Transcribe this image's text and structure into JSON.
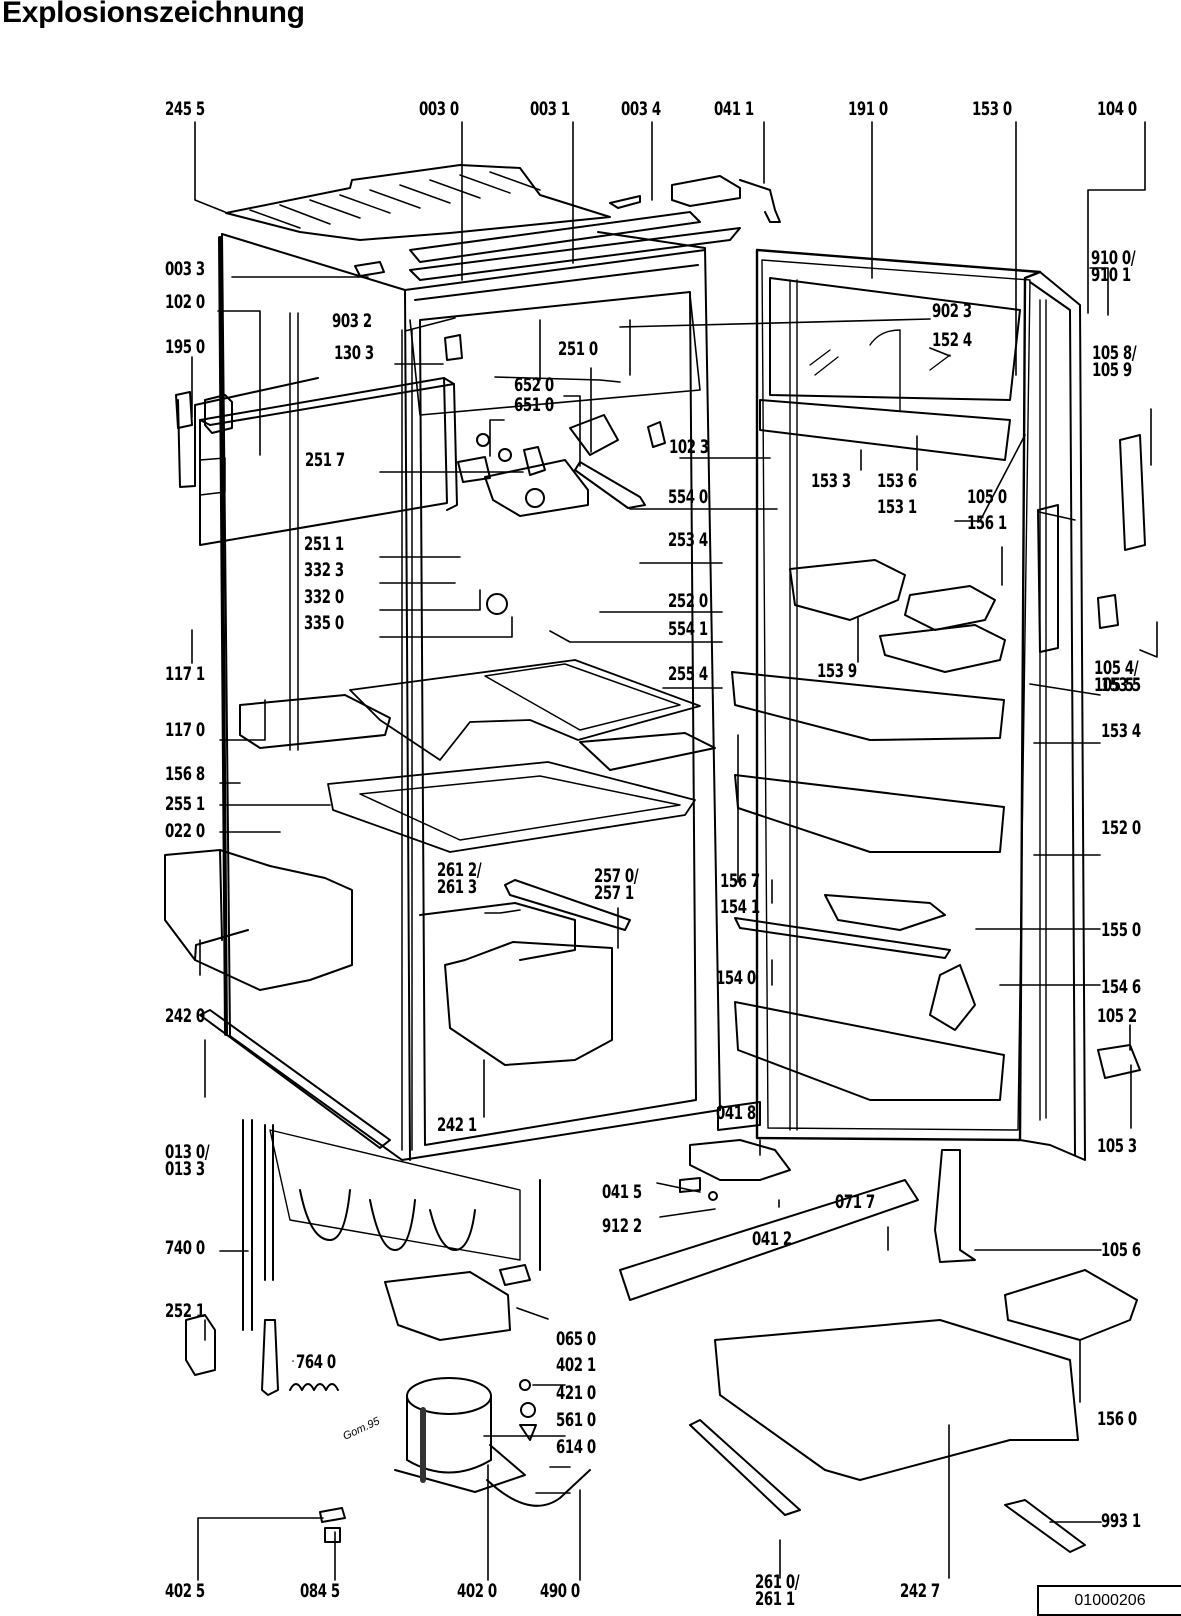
{
  "title": "Explosionszeichnung",
  "document_number": "01000206",
  "subject": "Refrigerator exploded view (built-in fridge with freezer compartment)",
  "handwritten_note": "Gom.95",
  "part_labels": [
    {
      "id": "245-5",
      "text": "245 5"
    },
    {
      "id": "003-0",
      "text": "003 0"
    },
    {
      "id": "003-1",
      "text": "003 1"
    },
    {
      "id": "003-4",
      "text": "003 4"
    },
    {
      "id": "041-1",
      "text": "041 1"
    },
    {
      "id": "191-0",
      "text": "191 0"
    },
    {
      "id": "153-0",
      "text": "153 0"
    },
    {
      "id": "104-0",
      "text": "104 0"
    },
    {
      "id": "003-3",
      "text": "003 3"
    },
    {
      "id": "102-0",
      "text": "102 0"
    },
    {
      "id": "195-0",
      "text": "195 0"
    },
    {
      "id": "903-2",
      "text": "903 2"
    },
    {
      "id": "130-3",
      "text": "130 3"
    },
    {
      "id": "902-3",
      "text": "902 3"
    },
    {
      "id": "152-4",
      "text": "152 4"
    },
    {
      "id": "910-0-1",
      "text": "910 0/\n910 1"
    },
    {
      "id": "251-0",
      "text": "251 0"
    },
    {
      "id": "652-0",
      "text": "652 0"
    },
    {
      "id": "651-0",
      "text": "651 0"
    },
    {
      "id": "102-3",
      "text": "102 3"
    },
    {
      "id": "105-8-9",
      "text": "105 8/\n105 9"
    },
    {
      "id": "251-7",
      "text": "251 7"
    },
    {
      "id": "554-0",
      "text": "554 0"
    },
    {
      "id": "153-3",
      "text": "153 3"
    },
    {
      "id": "153-6",
      "text": "153 6"
    },
    {
      "id": "153-1",
      "text": "153 1"
    },
    {
      "id": "251-1",
      "text": "251 1"
    },
    {
      "id": "253-4",
      "text": "253 4"
    },
    {
      "id": "105-0",
      "text": "105 0"
    },
    {
      "id": "156-1",
      "text": "156 1"
    },
    {
      "id": "332-3",
      "text": "332 3"
    },
    {
      "id": "332-0",
      "text": "332 0"
    },
    {
      "id": "252-0",
      "text": "252 0"
    },
    {
      "id": "335-0",
      "text": "335 0"
    },
    {
      "id": "554-1",
      "text": "554 1"
    },
    {
      "id": "117-1",
      "text": "117 1"
    },
    {
      "id": "105-4-5",
      "text": "105 4/\n105 5"
    },
    {
      "id": "255-4",
      "text": "255 4"
    },
    {
      "id": "153-9",
      "text": "153 9"
    },
    {
      "id": "153-5",
      "text": "153 5"
    },
    {
      "id": "117-0",
      "text": "117 0"
    },
    {
      "id": "153-4",
      "text": "153 4"
    },
    {
      "id": "156-8",
      "text": "156 8"
    },
    {
      "id": "255-1",
      "text": "255 1"
    },
    {
      "id": "022-0",
      "text": "022 0"
    },
    {
      "id": "152-0",
      "text": "152 0"
    },
    {
      "id": "261-2-3",
      "text": "261 2/\n261 3"
    },
    {
      "id": "257-0-1",
      "text": "257 0/\n257 1"
    },
    {
      "id": "156-7",
      "text": "156 7"
    },
    {
      "id": "154-1",
      "text": "154 1"
    },
    {
      "id": "155-0",
      "text": "155 0"
    },
    {
      "id": "242-0",
      "text": "242 0"
    },
    {
      "id": "154-0",
      "text": "154 0"
    },
    {
      "id": "154-6",
      "text": "154 6"
    },
    {
      "id": "105-2",
      "text": "105 2"
    },
    {
      "id": "242-1",
      "text": "242 1"
    },
    {
      "id": "013-0-3",
      "text": "013 0/\n013 3"
    },
    {
      "id": "041-8",
      "text": "041 8"
    },
    {
      "id": "105-3",
      "text": "105 3"
    },
    {
      "id": "041-5",
      "text": "041 5"
    },
    {
      "id": "071-7",
      "text": "071 7"
    },
    {
      "id": "912-2",
      "text": "912 2"
    },
    {
      "id": "041-2",
      "text": "041 2"
    },
    {
      "id": "740-0",
      "text": "740 0"
    },
    {
      "id": "105-6",
      "text": "105 6"
    },
    {
      "id": "252-1",
      "text": "252 1"
    },
    {
      "id": "065-0",
      "text": "065 0"
    },
    {
      "id": "764-0",
      "text": "764 0"
    },
    {
      "id": "402-1",
      "text": "402 1"
    },
    {
      "id": "421-0",
      "text": "421 0"
    },
    {
      "id": "561-0",
      "text": "561 0"
    },
    {
      "id": "614-0",
      "text": "614 0"
    },
    {
      "id": "156-0",
      "text": "156 0"
    },
    {
      "id": "993-1",
      "text": "993 1"
    },
    {
      "id": "402-5",
      "text": "402 5"
    },
    {
      "id": "084-5",
      "text": "084 5"
    },
    {
      "id": "402-0",
      "text": "402 0"
    },
    {
      "id": "490-0",
      "text": "490 0"
    },
    {
      "id": "261-0-1",
      "text": "261 0/\n261 1"
    },
    {
      "id": "242-7",
      "text": "242 7"
    }
  ]
}
